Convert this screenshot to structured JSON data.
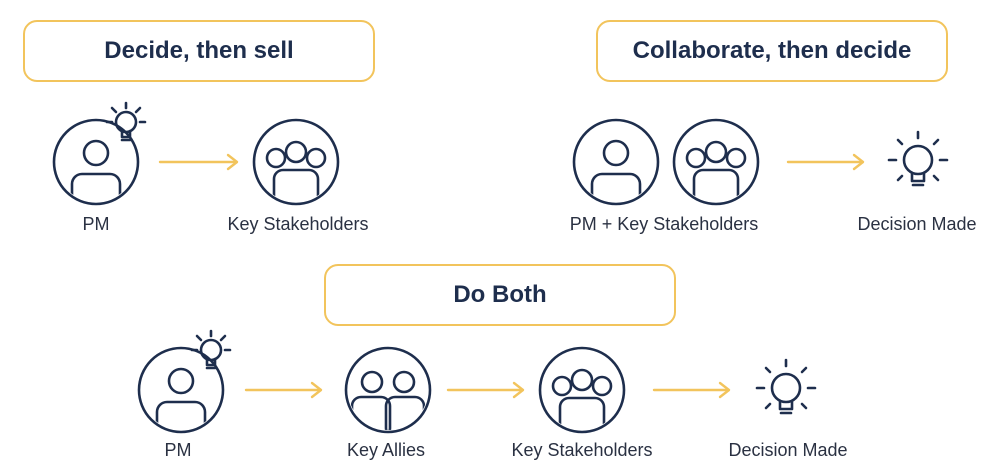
{
  "sections": {
    "decide_then_sell": {
      "title": "Decide, then sell",
      "labels": {
        "pm": "PM",
        "key_stakeholders": "Key Stakeholders"
      }
    },
    "collaborate_then_decide": {
      "title": "Collaborate, then decide",
      "labels": {
        "pm_plus_stakeholders": "PM + Key Stakeholders",
        "decision_made": "Decision Made"
      }
    },
    "do_both": {
      "title": "Do Both",
      "labels": {
        "pm": "PM",
        "key_allies": "Key Allies",
        "key_stakeholders": "Key Stakeholders",
        "decision_made": "Decision Made"
      }
    }
  },
  "colors": {
    "navy": "#1e2e4d",
    "accent": "#f2c45c"
  }
}
